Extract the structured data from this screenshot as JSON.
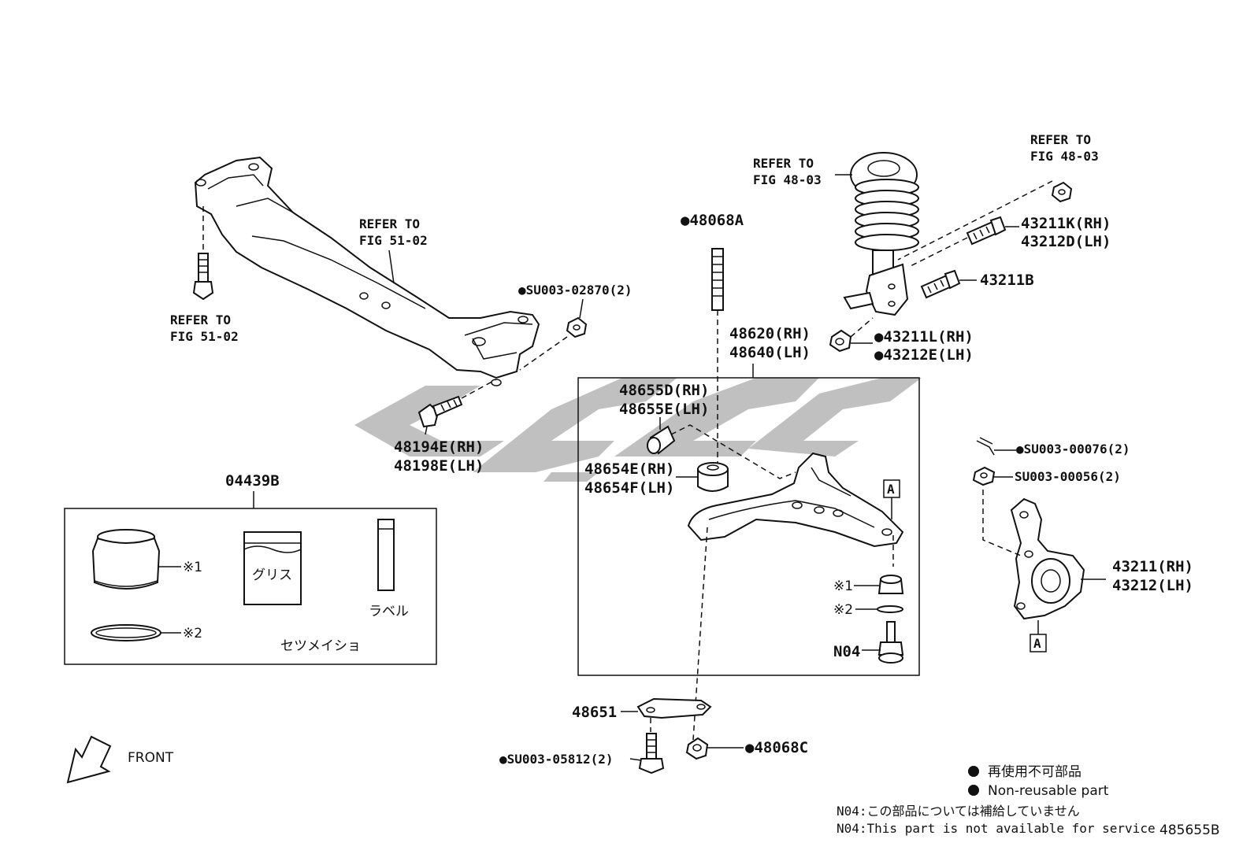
{
  "labels": {
    "crossmember_refer": [
      "REFER TO",
      "FIG 51-02"
    ],
    "bolt_refer": [
      "REFER TO",
      "FIG 51-02"
    ],
    "strut_refer": [
      "REFER TO",
      "FIG 48-03"
    ],
    "nut_refer": [
      "REFER TO",
      "FIG 48-03"
    ],
    "p_48068A": "●48068A",
    "p_SU003_02870": "●SU003-02870(2)",
    "p_48194E": "48194E(RH)",
    "p_48198E": "48198E(LH)",
    "p_04439B": "04439B",
    "p_48620": "48620(RH)",
    "p_48640": "48640(LH)",
    "p_48655D": "48655D(RH)",
    "p_48655E": "48655E(LH)",
    "p_48654E": "48654E(RH)",
    "p_48654F": "48654F(LH)",
    "p_43211K": "43211K(RH)",
    "p_43212D": "43212D(LH)",
    "p_43211B": "43211B",
    "p_43211L": "●43211L(RH)",
    "p_43212E": "●43212E(LH)",
    "p_SU003_00076": "●SU003-00076(2)",
    "p_SU003_00056": "SU003-00056(2)",
    "p_43211": "43211(RH)",
    "p_43212": "43212(LH)",
    "box_A": "A",
    "note_1": "※1",
    "note_2": "※2",
    "p_N04": "N04",
    "p_48651": "48651",
    "p_SU003_05812": "●SU003-05812(2)",
    "p_48068C": "●48068C",
    "front": "FRONT",
    "kit_grease": "グリス",
    "kit_label": "ラベル",
    "kit_manual": "セツメイショ"
  },
  "legend": {
    "nonreuse_jp": "再使用不可部品",
    "nonreuse_en": "Non-reusable part",
    "n04_jp": "N04:この部品については補給していません",
    "n04_en": "N04:This part is not available for service",
    "figure_id": "485655B"
  }
}
